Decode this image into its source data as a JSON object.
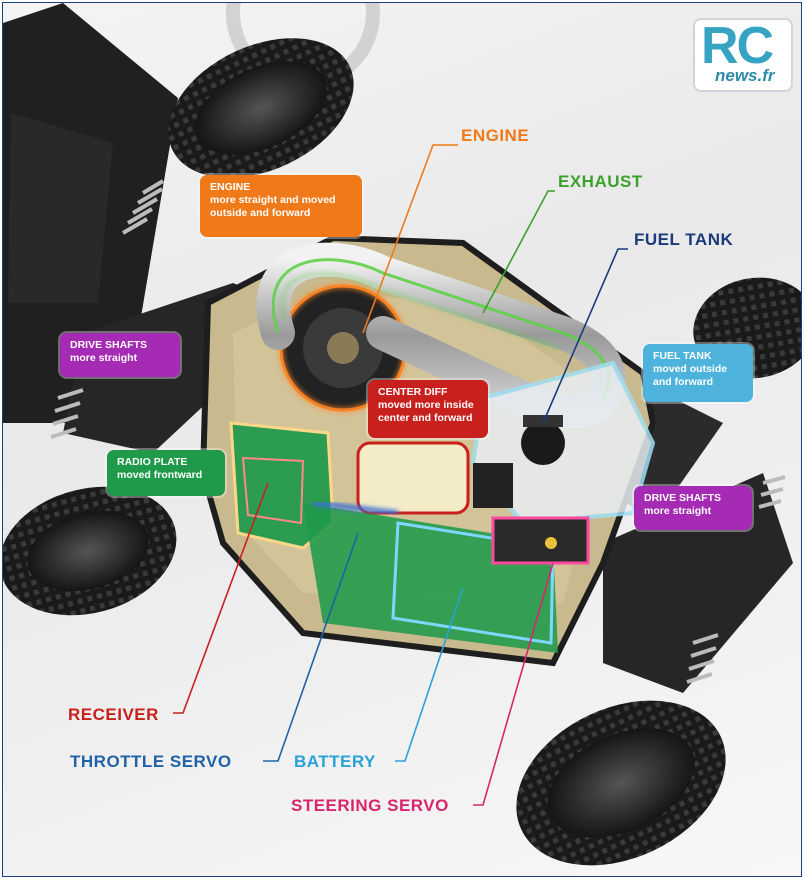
{
  "logo": {
    "main": "RC",
    "sub": "news.fr"
  },
  "colors": {
    "engine": "#f07a1a",
    "exhaust": "#3aa22a",
    "fuel_tank": "#1a3b7a",
    "center_diff": "#c8201d",
    "drive_shafts": "#a52ab4",
    "radio_plate": "#1f9a4a",
    "receiver": "#c8201d",
    "throttle_servo": "#1f62a8",
    "battery": "#2aa2d8",
    "steering_servo": "#d8256e",
    "fuel_tank_bubble": "#4db3dc"
  },
  "labels": {
    "engine": "ENGINE",
    "exhaust": "EXHAUST",
    "fuel_tank": "FUEL TANK",
    "receiver": "RECEIVER",
    "throttle_servo": "THROTTLE SERVO",
    "battery": "BATTERY",
    "steering_servo": "STEERING SERVO"
  },
  "callouts": {
    "engine": {
      "title": "ENGINE",
      "desc": "more straight and moved outside and forward"
    },
    "drive_shafts_left": {
      "title": "DRIVE SHAFTS",
      "desc": "more straight"
    },
    "radio_plate": {
      "title": "RADIO PLATE",
      "desc": "moved frontward"
    },
    "center_diff": {
      "title": "CENTER DIFF",
      "desc": "moved more inside center and forward"
    },
    "fuel_tank": {
      "title": "FUEL TANK",
      "desc": "moved outside and forward"
    },
    "drive_shafts_right": {
      "title": "DRIVE SHAFTS",
      "desc": "more straight"
    }
  }
}
